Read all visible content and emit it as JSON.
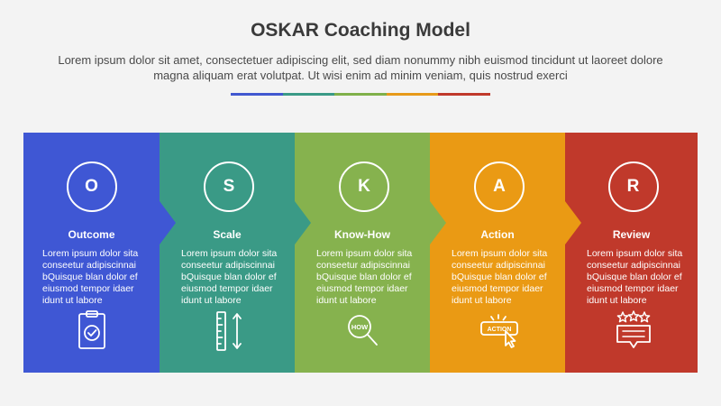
{
  "header": {
    "title": "OSKAR Coaching Model",
    "subtitle": "Lorem ipsum dolor sit amet, consectetuer adipiscing elit, sed diam nonummy nibh euismod tincidunt ut laoreet dolore magna aliquam erat volutpat. Ut wisi enim ad minim veniam, quis nostrud exerci"
  },
  "color_bar": [
    "#4158d0",
    "#3a9a86",
    "#7fb04a",
    "#e79a1a",
    "#c0392b"
  ],
  "stages": [
    {
      "letter": "O",
      "title": "Outcome",
      "body": "Lorem ipsum dolor sita conseetur adipiscinnai bQuisque blan dolor ef eiusmod tempor idaer idunt ut labore",
      "icon": "clipboard-check-icon",
      "color": "#3f57d4"
    },
    {
      "letter": "S",
      "title": "Scale",
      "body": "Lorem ipsum dolor sita conseetur adipiscinnai bQuisque blan dolor ef eiusmod tempor idaer idunt ut labore",
      "icon": "ruler-scale-icon",
      "color": "#3a9a86"
    },
    {
      "letter": "K",
      "title": "Know-How",
      "body": "Lorem ipsum dolor sita conseetur adipiscinnai bQuisque blan dolor ef eiusmod tempor idaer idunt ut labore",
      "icon": "magnifier-how-icon",
      "color": "#86b24e"
    },
    {
      "letter": "A",
      "title": "Action",
      "body": "Lorem ipsum dolor sita conseetur adipiscinnai bQuisque blan dolor ef eiusmod tempor idaer idunt ut labore",
      "icon": "action-button-cursor-icon",
      "color": "#ea9a14"
    },
    {
      "letter": "R",
      "title": "Review",
      "body": "Lorem ipsum dolor sita conseetur adipiscinnai bQuisque blan dolor ef eiusmod tempor idaer idunt ut labore",
      "icon": "star-rating-review-icon",
      "color": "#c0392b"
    }
  ],
  "icon_labels": {
    "know_how": "HOW",
    "action": "ACTION"
  }
}
